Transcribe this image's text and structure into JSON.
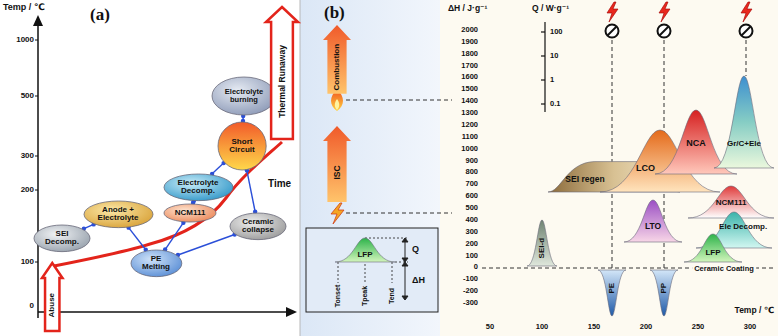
{
  "diagram": {
    "nodes": [
      {
        "text": [
          "SEI Decomp."
        ]
      },
      {
        "text": [
          "Anode + Electrolyte"
        ]
      },
      {
        "text": [
          "PE Melting"
        ]
      },
      {
        "text": [
          "NCM111"
        ]
      },
      {
        "text": [
          "Electrolyte Decomp."
        ]
      },
      {
        "text": [
          "Ceramic collapse"
        ]
      },
      {
        "text": [
          "Short Circuit"
        ]
      },
      {
        "text": [
          "Electrolyte burning"
        ]
      },
      {
        "text": [
          "Thermal Runaway"
        ]
      },
      {
        "text": [
          "Abuse"
        ]
      },
      {
        "text": [
          "Combustion"
        ]
      },
      {
        "text": [
          "ISC"
        ]
      },
      {
        "text": [
          "LFP"
        ]
      },
      {
        "text": [
          "SEI-d"
        ]
      },
      {
        "text": [
          "SEI regen"
        ]
      },
      {
        "text": [
          "LCO"
        ]
      },
      {
        "text": [
          "NCA"
        ]
      },
      {
        "text": [
          "LTO"
        ]
      },
      {
        "text": [
          "NCM111"
        ]
      },
      {
        "text": [
          "Ele Decomp."
        ]
      },
      {
        "text": [
          "LFP"
        ]
      },
      {
        "text": [
          "Gr/C+Ele"
        ]
      },
      {
        "text": [
          "PE"
        ]
      },
      {
        "text": [
          "PP"
        ]
      }
    ],
    "edges": [
      {
        "from": 0,
        "to": 1,
        "arrow": "none"
      },
      {
        "from": 1,
        "to": 2,
        "arrow": "none"
      },
      {
        "from": 2,
        "to": 3,
        "arrow": "none"
      },
      {
        "from": 3,
        "to": 4,
        "arrow": "none"
      },
      {
        "from": 2,
        "to": 5,
        "arrow": "none"
      },
      {
        "from": 4,
        "to": 6,
        "arrow": "none"
      },
      {
        "from": 5,
        "to": 6,
        "arrow": "none"
      },
      {
        "from": 6,
        "to": 7,
        "arrow": "none"
      }
    ],
    "labels": [
      "Temp / ℃",
      "(a)",
      "1000",
      "500",
      "300",
      "200",
      "100",
      "0",
      "Time",
      "(b)",
      "ΔH / J·g⁻¹",
      "Q / W·g⁻¹",
      "2000",
      "1900",
      "1800",
      "1700",
      "1600",
      "1500",
      "1400",
      "1300",
      "1200",
      "1100",
      "1000",
      "900",
      "800",
      "700",
      "600",
      "500",
      "400",
      "300",
      "200",
      "100",
      "0",
      "-100",
      "-200",
      "-300",
      "100",
      "10",
      "1",
      "0.1",
      "Q",
      "ΔH",
      "Tonset",
      "Tpeak",
      "Tend",
      "Ceramic Coating",
      "50",
      "100",
      "150",
      "200",
      "250",
      "300",
      "Temp / ℃"
    ]
  }
}
